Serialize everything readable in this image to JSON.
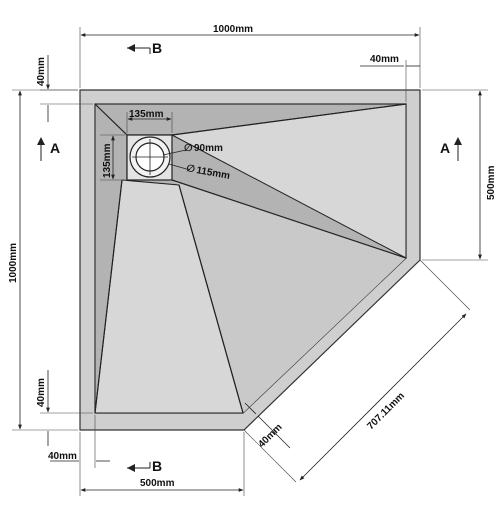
{
  "colors": {
    "tray": "#cfcfcf",
    "tray_dark": "#b3b3b3",
    "panel_light": "#d7d7d7",
    "panel_mid": "#c9c9c9",
    "line": "#222222"
  },
  "dimensions": {
    "top_width": "1000mm",
    "top_rim": "40mm",
    "left_rim_top": "40mm",
    "right_depth": "500mm",
    "left_height": "1000mm",
    "left_rim_bottom": "40mm",
    "bottom_rim": "40mm",
    "bottom_width": "500mm",
    "diagonal_length": "707.11mm",
    "diagonal_rim": "40mm",
    "waste_width": "135mm",
    "waste_height": "135mm",
    "waste_inner_dia": "90mm",
    "waste_outer_dia": "115mm",
    "diameter_symbol": "∅"
  },
  "sections": {
    "a_left": "A",
    "a_right": "A",
    "b_top": "B",
    "b_bottom": "B"
  }
}
